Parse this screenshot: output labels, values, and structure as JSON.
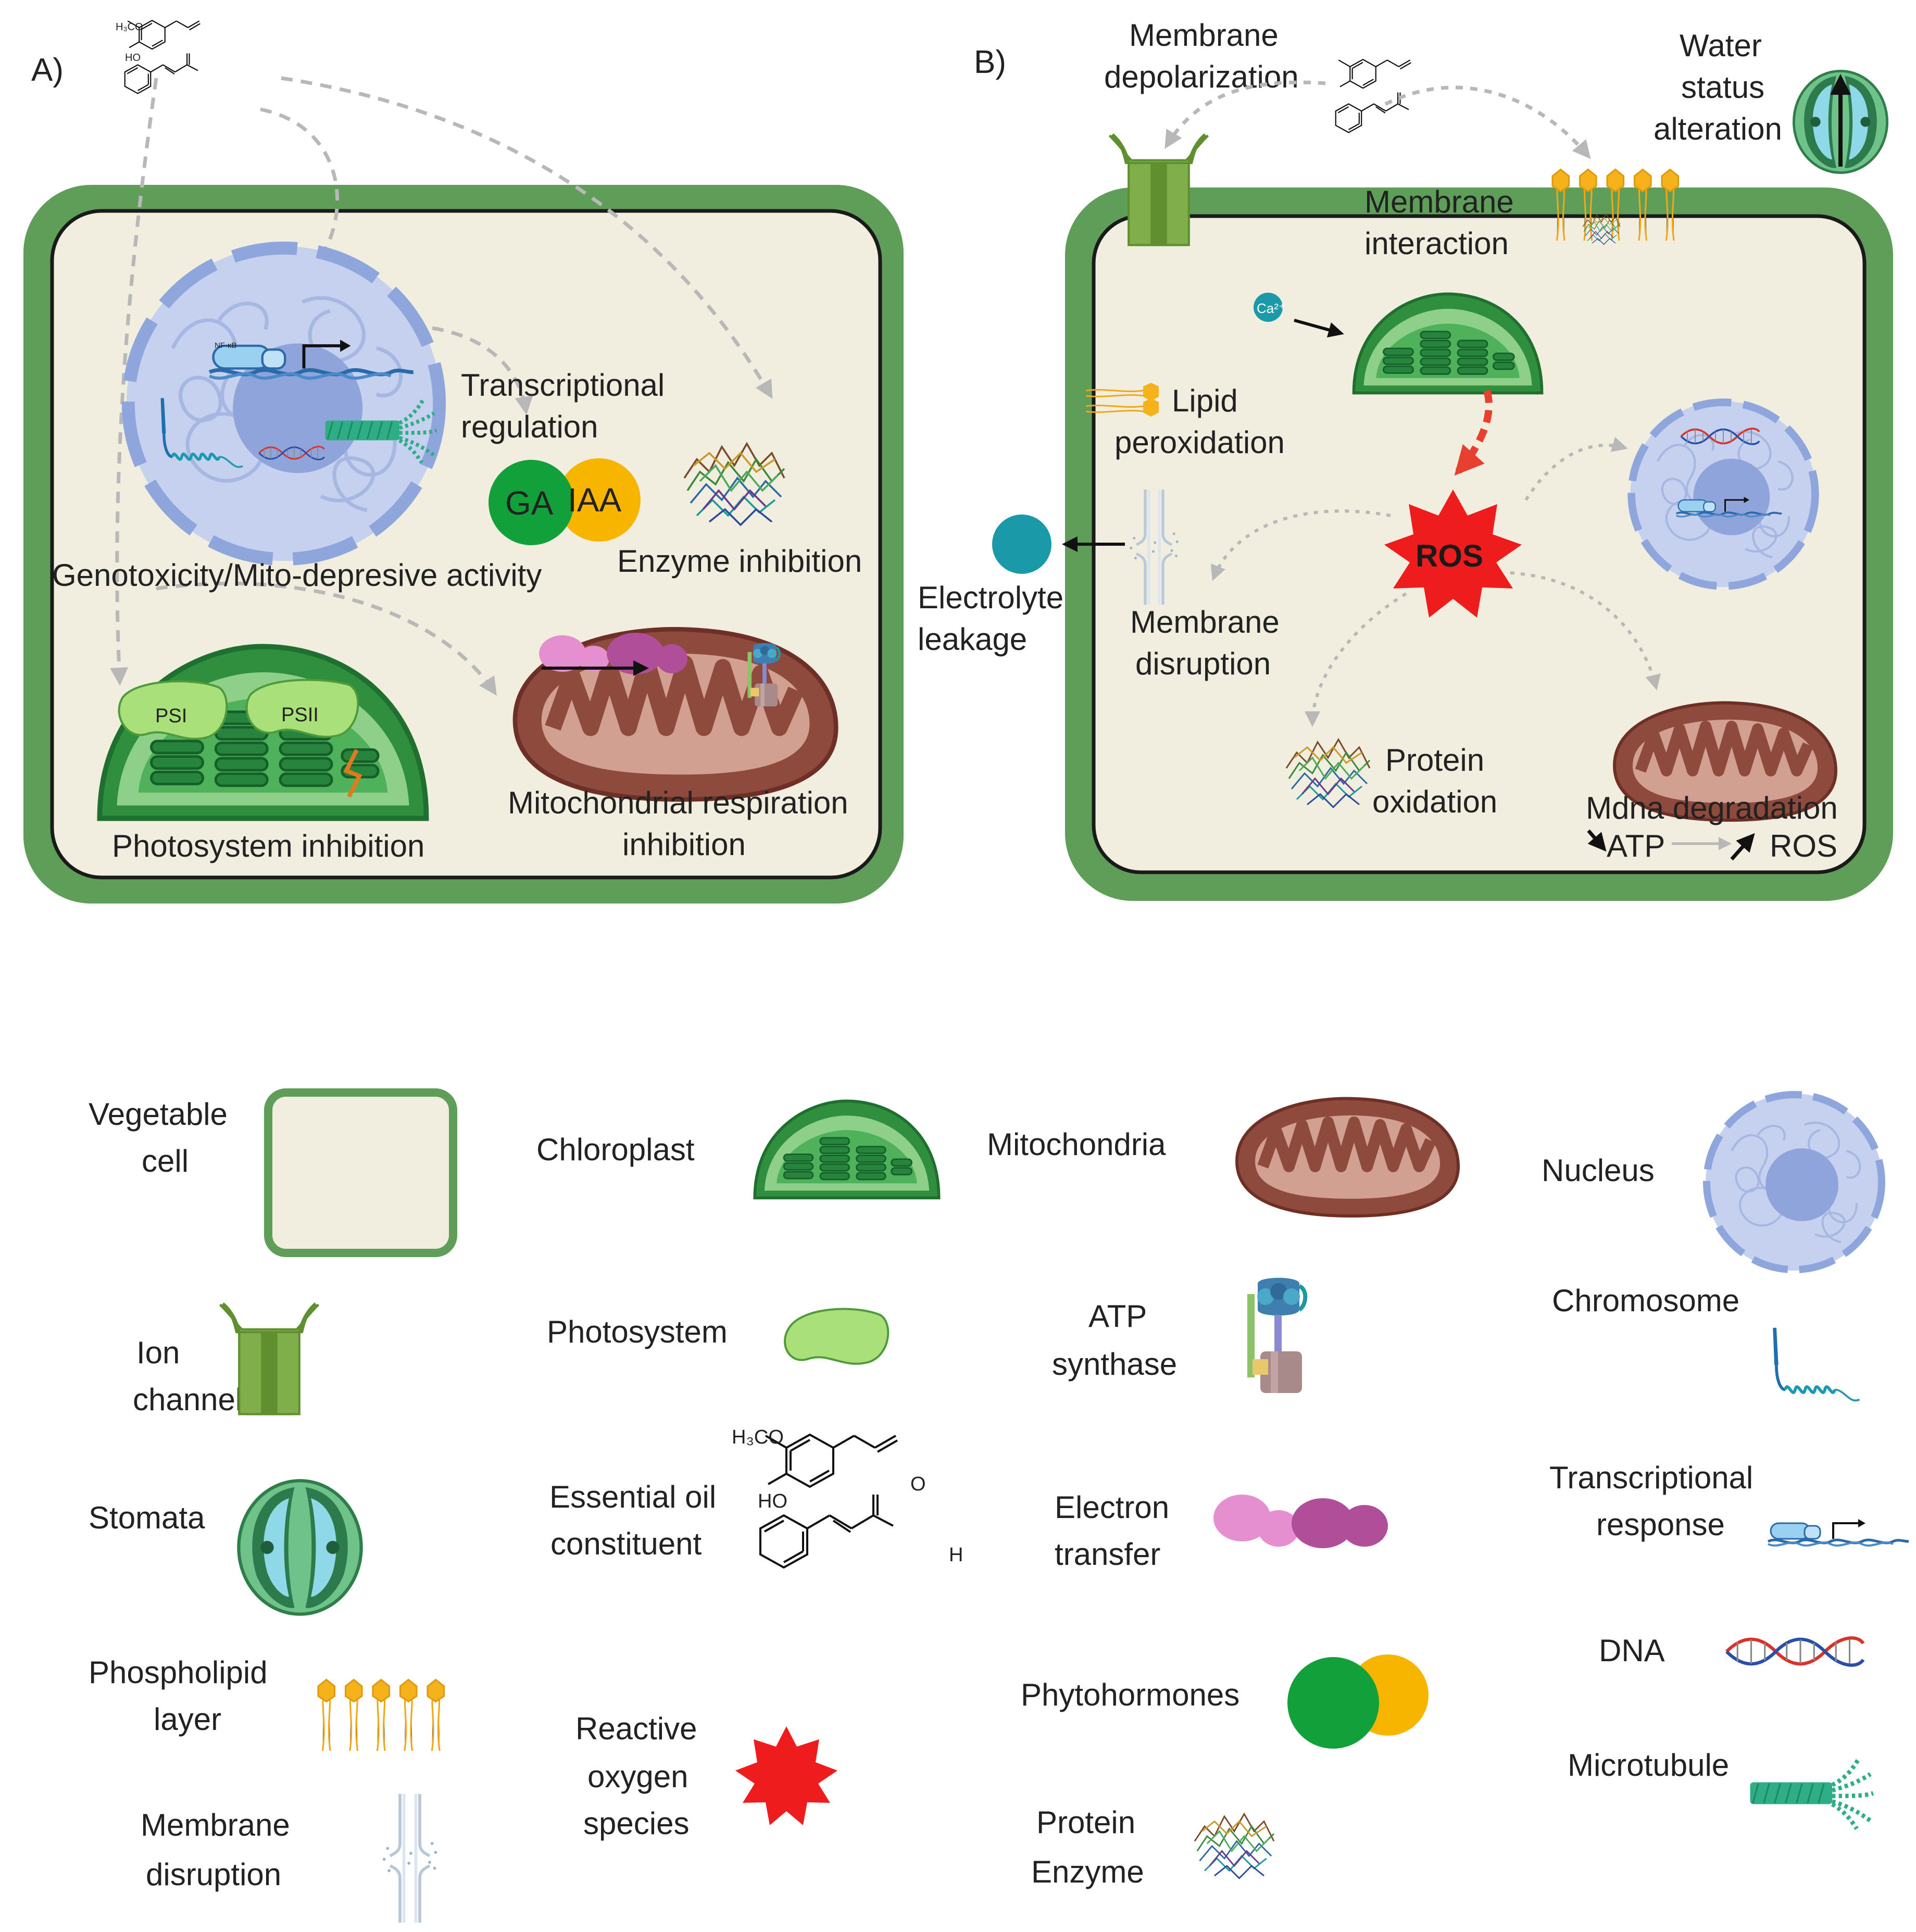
{
  "panels": {
    "a": "A)",
    "b": "B)"
  },
  "panel_a": {
    "transcriptional_regulation": [
      "Transcriptional",
      "regulation"
    ],
    "ga": "GA",
    "iaa": "IAA",
    "genotoxicity": "Genotoxicity/Mito-depresive activity",
    "enzyme_inhibition": "Enzyme inhibition",
    "psi": "PSI",
    "psii": "PSII",
    "photosystem_inhibition": "Photosystem inhibition",
    "mito_resp": [
      "Mitochondrial respiration",
      "inhibition"
    ],
    "nfkb": "NF-κB"
  },
  "panel_b": {
    "membrane_depolarization": [
      "Membrane",
      "depolarization"
    ],
    "water_status": [
      "Water",
      "status",
      "alteration"
    ],
    "membrane_interaction": [
      "Membrane",
      "interaction"
    ],
    "ca": "Ca²⁺",
    "lipid_peroxidation": [
      "Lipid",
      "peroxidation"
    ],
    "ros": "ROS",
    "electrolyte_leakage": [
      "Electrolyte",
      "leakage"
    ],
    "membrane_disruption": [
      "Membrane",
      "disruption"
    ],
    "protein_oxidation": [
      "Protein",
      "oxidation"
    ],
    "mdna_degradation": "Mdna degradation",
    "atp": "ATP",
    "ros_small": "ROS"
  },
  "chem_labels": {
    "h3co": "H₃CO",
    "ho": "HO",
    "o": "O",
    "h": "H"
  },
  "legend": {
    "vegetable_cell": [
      "Vegetable",
      "cell"
    ],
    "chloroplast": "Chloroplast",
    "mitochondria": "Mitochondria",
    "nucleus": "Nucleus",
    "ion_channel": [
      "Ion",
      "channel"
    ],
    "photosystem": "Photosystem",
    "atp_synthase": [
      "ATP",
      "synthase"
    ],
    "chromosome": "Chromosome",
    "stomata": "Stomata",
    "essential_oil": [
      "Essential oil",
      "constituent"
    ],
    "electron_transfer": [
      "Electron",
      "transfer"
    ],
    "transcriptional_response": [
      "Transcriptional",
      "response"
    ],
    "phospholipid": [
      "Phospholipid",
      "layer"
    ],
    "phytohormones": "Phytohormones",
    "dna": "DNA",
    "ros": [
      "Reactive",
      "oxygen",
      "species"
    ],
    "microtubule": "Microtubule",
    "membrane_disruption": [
      "Membrane",
      "disruption"
    ],
    "protein_enzyme": [
      "Protein",
      "Enzyme"
    ]
  },
  "colors": {
    "cell_wall": "#5e9e58",
    "cell_interior": "#f1eee0",
    "nucleus": "#c5d1ee",
    "nucleolus": "#8fa4db",
    "chloroplast": "#3c9a48",
    "thylakoid": "#26843c",
    "mitochondria": "#8e4a3c",
    "cristae": "#d2a090",
    "ros": "#ee1c1c",
    "ga": "#12a03a",
    "iaa": "#f7b500",
    "ion_channel": "#7fae4a",
    "lipid_head": "#f6b21a",
    "electrolyte": "#1a9aa8",
    "photosystem": "#a9e07a",
    "electron_transfer_pink": "#e58fd0",
    "electron_transfer_purple": "#b04e9a"
  }
}
